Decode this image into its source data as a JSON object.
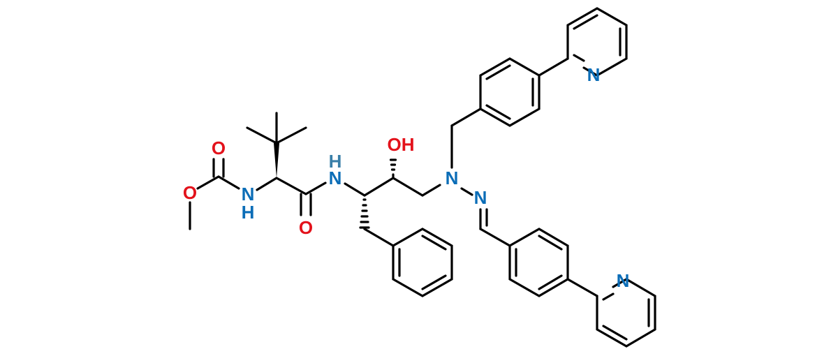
{
  "colors": {
    "bond": "#000000",
    "oxygen": "#e3121b",
    "nitrogen": "#0b6db7",
    "hydrogen_oh": "#e3121b",
    "h_on_n": "#3a7fa8"
  },
  "atom_labels": {
    "o_carbonyl_top": "O",
    "o_methoxy": "O",
    "nh_carbamate_n": "N",
    "nh_carbamate_h": "H",
    "o_amide": "O",
    "nh_amide_n": "N",
    "nh_amide_h": "H",
    "oh": "OH",
    "n_hydrazine": "N",
    "n_imine": "N",
    "n_pyridine_top": "N",
    "n_pyridine_bottom": "N"
  }
}
